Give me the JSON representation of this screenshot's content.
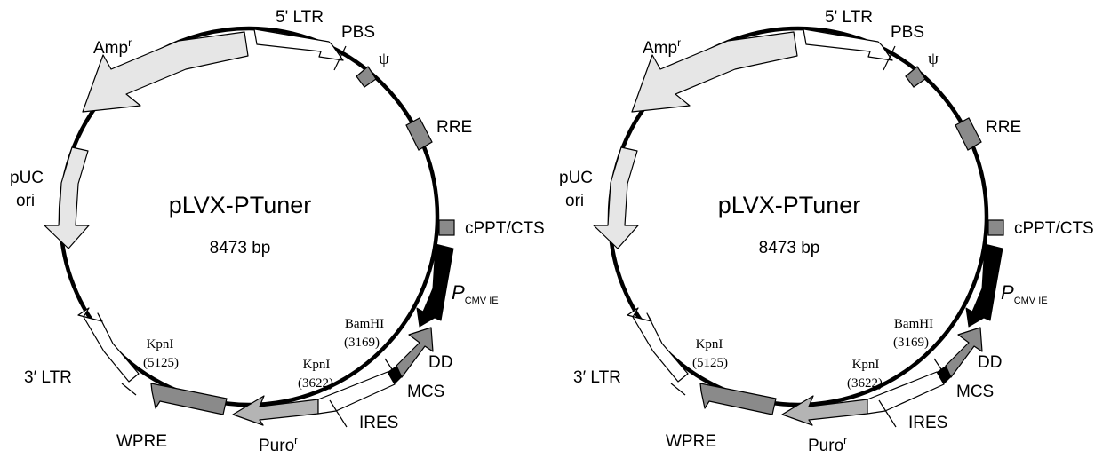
{
  "plasmid": {
    "name": "pLVX-PTuner",
    "size": "8473 bp"
  },
  "features": {
    "ltr5": "5' LTR",
    "pbs": "PBS",
    "psi": "ψ",
    "rre": "RRE",
    "cppt": "cPPT/CTS",
    "pcmv_p": "P",
    "pcmv_sub": "CMV IE",
    "dd": "DD",
    "mcs": "MCS",
    "ires": "IRES",
    "puro": "Puro",
    "puro_sup": "r",
    "wpre": "WPRE",
    "ltr3": "3′ LTR",
    "puc1": "pUC",
    "puc2": "ori",
    "amp": "Amp",
    "amp_sup": "r"
  },
  "sites": {
    "bamhi_name": "BamHI",
    "bamhi_pos": "(3169)",
    "kpni1_name": "KpnI",
    "kpni1_pos": "(3622)",
    "kpni2_name": "KpnI",
    "kpni2_pos": "(5125)"
  },
  "colors": {
    "backbone": "#000000",
    "promoter": "#000000",
    "dark_gray": "#8a8a8a",
    "mid_gray": "#b4b4b4",
    "light_gray": "#e6e6e6",
    "white": "#ffffff"
  }
}
